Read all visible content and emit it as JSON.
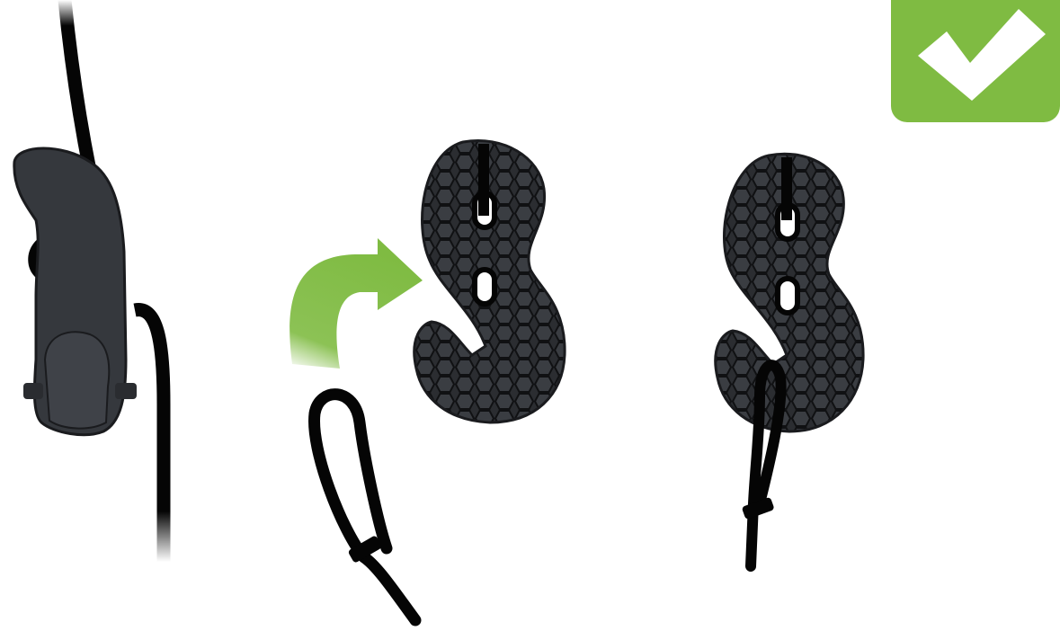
{
  "illustration": {
    "steps": [
      {
        "name": "step-1-clip-closed"
      },
      {
        "name": "step-2-hook-loop"
      },
      {
        "name": "step-3-loop-secured"
      }
    ],
    "icons": {
      "arrow": "curved-arrow-icon",
      "check": "checkmark-icon"
    },
    "colors": {
      "background": "#ffffff",
      "cord": "#050505",
      "clip_body": "#34373c",
      "clip_dark": "#1e2024",
      "hex_pattern": "#121315",
      "accent_green": "#7fbb42",
      "check_white": "#ffffff"
    }
  }
}
